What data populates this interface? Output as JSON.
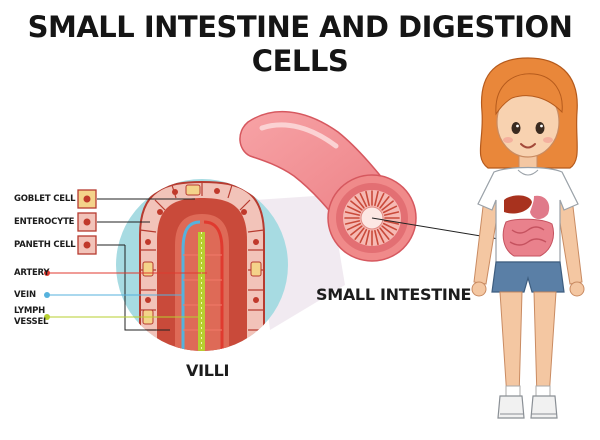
{
  "title": "SMALL INTESTINE AND DIGESTION CELLS",
  "labels": {
    "goblet_cell": "GOBLET CELL",
    "enterocyte": "ENTEROCYTE",
    "paneth_cell": "PANETH CELL",
    "artery": "ARTERY",
    "vein": "VEIN",
    "lymph_vessel_line1": "LYMPH",
    "lymph_vessel_line2": "VESSEL",
    "villi": "VILLI",
    "small_intestine": "SMALL INTESTINE"
  },
  "colors": {
    "artery": "#e03a2f",
    "vein": "#56b2dd",
    "lymph": "#b7cf2f",
    "villi_bg": "#a7dbe2",
    "tissue": "#c94a3a",
    "intestine": "#f08a8a"
  }
}
